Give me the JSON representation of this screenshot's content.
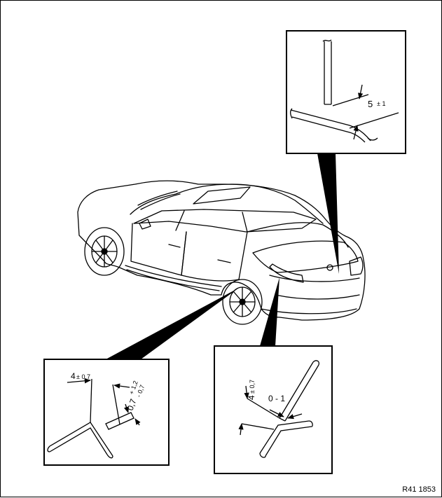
{
  "figure": {
    "reference_code": "R41 1853"
  },
  "detail_top_right": {
    "value": "5",
    "tolerance": "± 1"
  },
  "detail_bottom_left": {
    "gap_value": "4",
    "gap_tolerance": "± 0,7",
    "offset_value": "0,7",
    "offset_tol_plus": "+ 1,2",
    "offset_tol_minus": "- 0,7"
  },
  "detail_bottom_right": {
    "gap_value": "4",
    "gap_tolerance": "± 0,7",
    "flush_range": "0 - 1"
  }
}
